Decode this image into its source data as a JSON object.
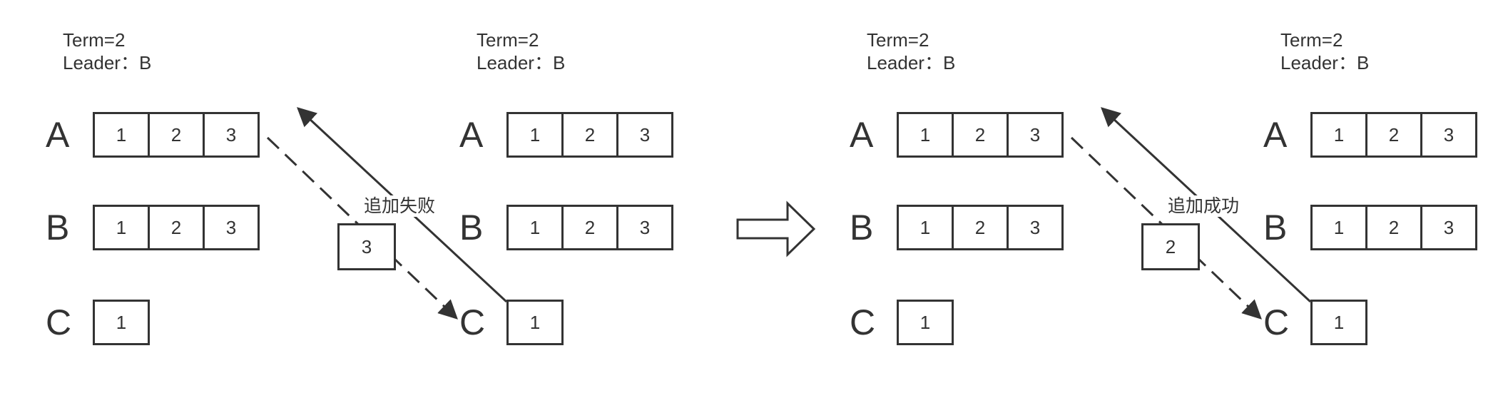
{
  "scenarios": [
    {
      "panels": [
        {
          "term": "Term=2",
          "leader": "Leader：B",
          "nodes": [
            {
              "name": "A",
              "log": [
                "1",
                "2",
                "3"
              ]
            },
            {
              "name": "B",
              "log": [
                "1",
                "2",
                "3"
              ]
            },
            {
              "name": "C",
              "log": [
                "1"
              ]
            }
          ]
        },
        {
          "term": "Term=2",
          "leader": "Leader：B",
          "nodes": [
            {
              "name": "A",
              "log": [
                "1",
                "2",
                "3"
              ]
            },
            {
              "name": "B",
              "log": [
                "1",
                "2",
                "3"
              ]
            },
            {
              "name": "C",
              "log": [
                "1"
              ]
            }
          ]
        }
      ],
      "sent_entry": "3",
      "result": "追加失败"
    },
    {
      "panels": [
        {
          "term": "Term=2",
          "leader": "Leader：B",
          "nodes": [
            {
              "name": "A",
              "log": [
                "1",
                "2",
                "3"
              ]
            },
            {
              "name": "B",
              "log": [
                "1",
                "2",
                "3"
              ]
            },
            {
              "name": "C",
              "log": [
                "1"
              ]
            }
          ]
        },
        {
          "term": "Term=2",
          "leader": "Leader：B",
          "nodes": [
            {
              "name": "A",
              "log": [
                "1",
                "2",
                "3"
              ]
            },
            {
              "name": "B",
              "log": [
                "1",
                "2",
                "3"
              ]
            },
            {
              "name": "C",
              "log": [
                "1"
              ]
            }
          ]
        }
      ],
      "sent_entry": "2",
      "result": "追加成功"
    }
  ],
  "colors": {
    "stroke": "#333333",
    "background": "#ffffff"
  }
}
